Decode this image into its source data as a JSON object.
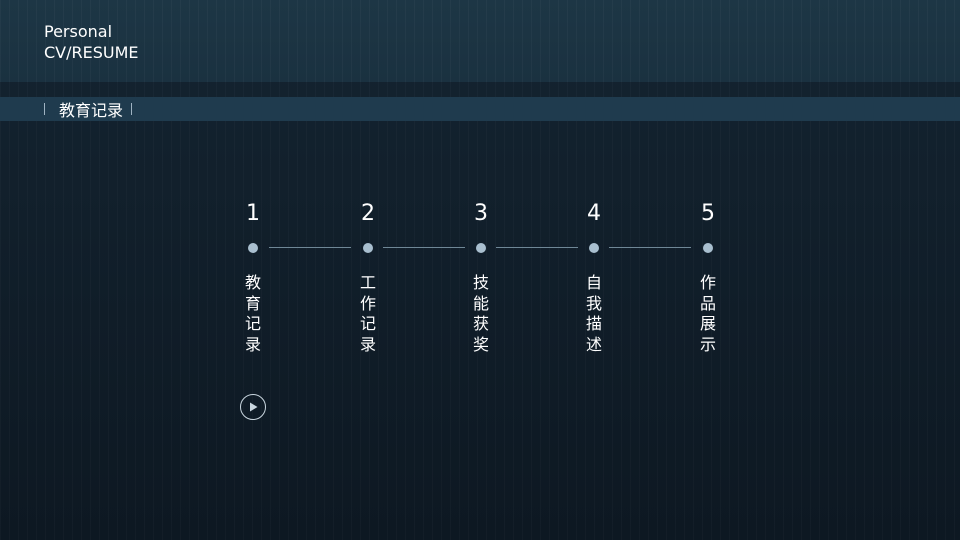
{
  "header": {
    "line1": "Personal",
    "line2": "CV/RESUME"
  },
  "section": {
    "title": "教育记录"
  },
  "timeline": {
    "steps": [
      {
        "number": "1",
        "label": "教育记录"
      },
      {
        "number": "2",
        "label": "工作记录"
      },
      {
        "number": "3",
        "label": "技能获奖"
      },
      {
        "number": "4",
        "label": "自我描述"
      },
      {
        "number": "5",
        "label": "作品展示"
      }
    ]
  },
  "icons": {
    "play": "play-circle-icon"
  },
  "colors": {
    "background": "#0f1a24",
    "header_band": "#1d3645",
    "section_bar": "#1f3b4e",
    "dot": "#a9bfcf",
    "connector": "#6f8796",
    "text": "#ffffff"
  }
}
